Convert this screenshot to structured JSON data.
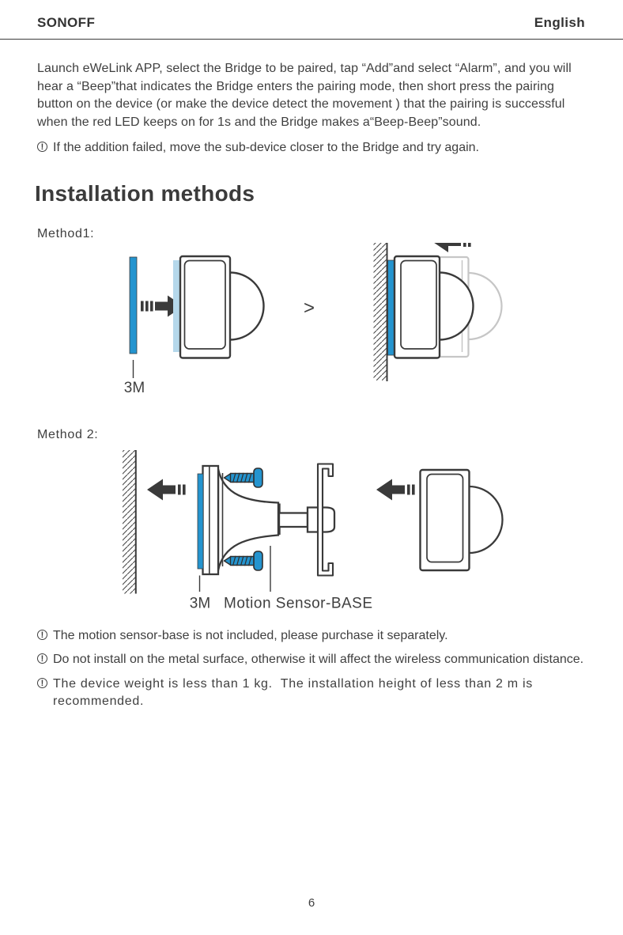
{
  "header": {
    "brand": "SONOFF",
    "language": "English"
  },
  "intro": {
    "paragraph": "Launch eWeLink APP, select the Bridge to be paired, tap “Add”and select “Alarm”, and you will hear a “Beep”that indicates the Bridge enters the pairing mode, then short press the pairing button on the device (or make the device detect the movement ) that the pairing is successful when the red LED keeps on for 1s and the Bridge makes a“Beep-Beep”sound.",
    "note": "If the addition failed, move the sub-device closer to the Bridge and try again."
  },
  "installation": {
    "title": "Installation methods",
    "method1": {
      "label": "Method1:",
      "tape_label": "3M",
      "step_separator": ">"
    },
    "method2": {
      "label": "Method 2:",
      "tape_label": "3M",
      "base_label": "Motion Sensor-BASE"
    }
  },
  "notes": [
    {
      "text": "The motion sensor-base is not included, please purchase it separately."
    },
    {
      "text": "Do not install on the metal surface, otherwise it will affect the wireless communication distance."
    },
    {
      "text": "The device weight is less than 1 kg.  The installation height of less than 2 m is recommended."
    }
  ],
  "footer": {
    "page_number": "6"
  },
  "colors": {
    "accent_blue": "#2494cf",
    "light_blue": "#b5d8eb",
    "outline": "#3a3a3a",
    "ghost": "#c6c6c6",
    "text": "#3f3f3f"
  }
}
